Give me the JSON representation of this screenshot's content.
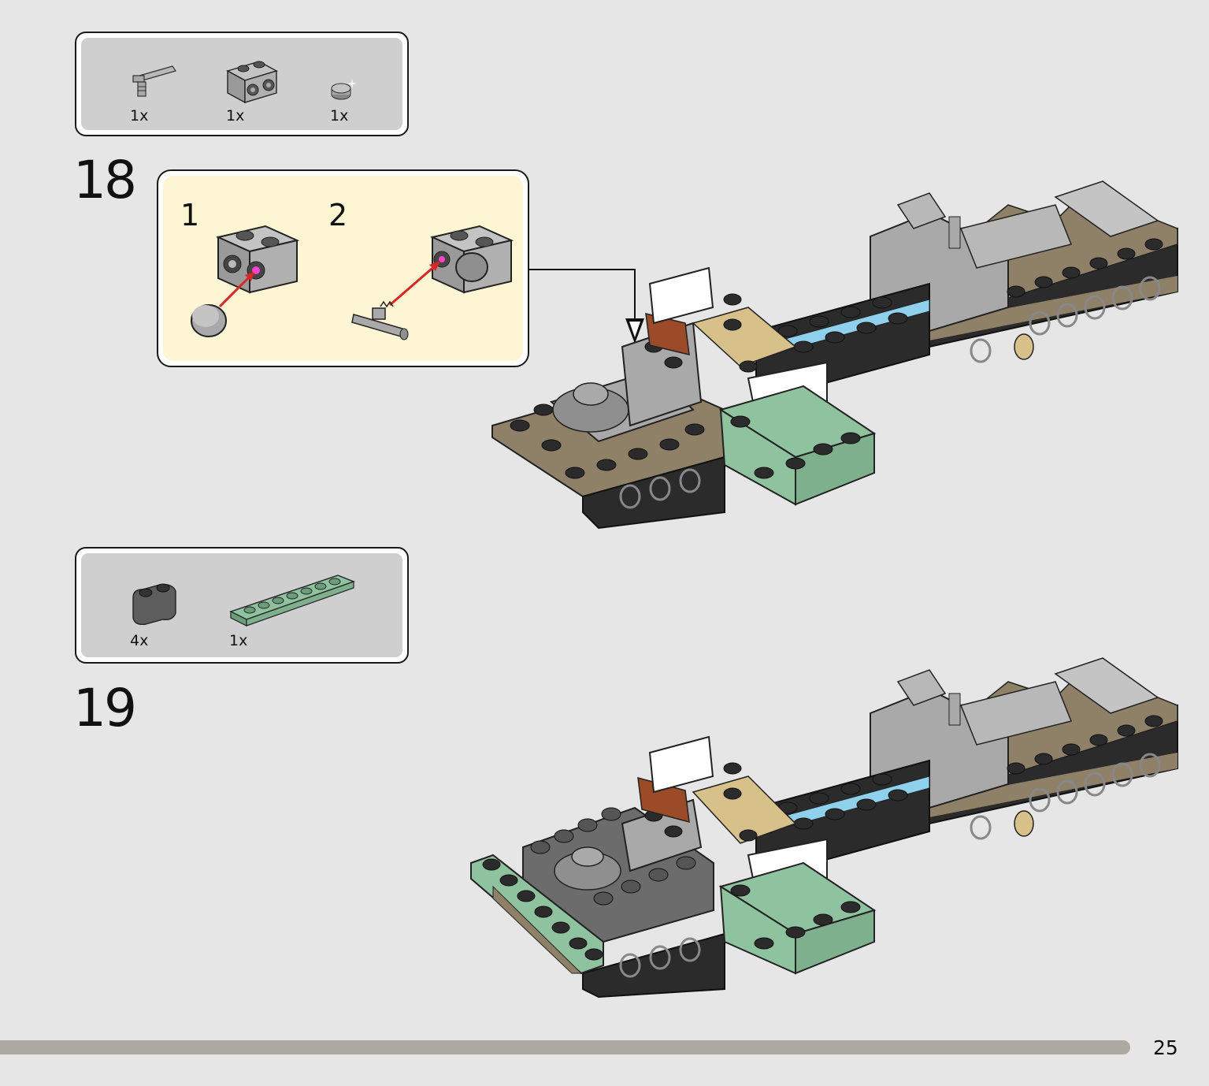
{
  "steps": [
    {
      "number": "18",
      "parts": [
        {
          "icon": "bar-holder-clip-icon",
          "qty": "1x"
        },
        {
          "icon": "brick-1x2-studs-side-icon",
          "qty": "1x"
        },
        {
          "icon": "round-tile-icon",
          "qty": "1x"
        }
      ],
      "substeps": [
        "1",
        "2"
      ]
    },
    {
      "number": "19",
      "parts": [
        {
          "icon": "round-brick-1x2-icon",
          "qty": "4x"
        },
        {
          "icon": "sand-green-plate-1x8-icon",
          "qty": "1x"
        }
      ]
    }
  ],
  "colors": {
    "black": "#2b2b2b",
    "light_gray": "#a9a9a9",
    "dark_gray": "#6c6c6c",
    "tan": "#d8c08a",
    "dark_tan": "#8f8068",
    "sand_green": "#8fc29e",
    "reddish_brown": "#9b4b28",
    "white": "#ffffff",
    "medium_azure": "#8fd0ec",
    "arrow_red": "#d92626",
    "subassembly_bg": "#fdf5d3"
  },
  "page": {
    "number": "25"
  }
}
